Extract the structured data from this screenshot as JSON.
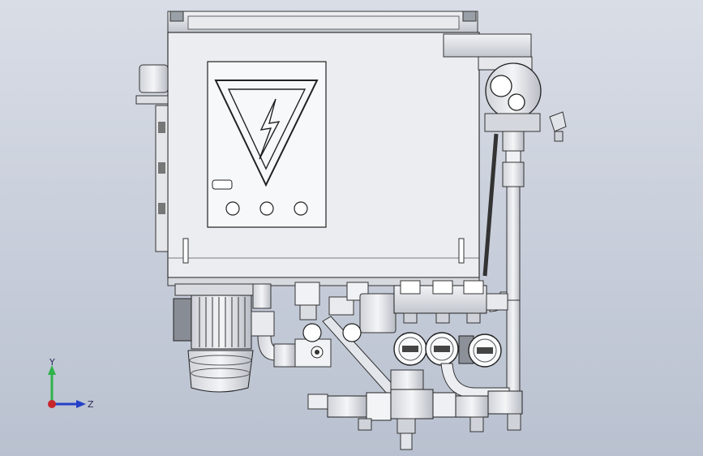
{
  "viewport": {
    "background_top": "#d9dde6",
    "background_bottom": "#b9c1d0"
  },
  "model": {
    "component": "hydraulic-power-unit",
    "front_panel": {
      "warning_symbol": "high-voltage-warning-icon",
      "indicator_count": 3
    },
    "gauges": {
      "pressure_gauge_count": 3
    }
  },
  "triad": {
    "y_label": "Y",
    "z_label": "Z",
    "y_color": "#2fb34a",
    "z_color": "#2540c8",
    "x_color": "#c8252b"
  }
}
